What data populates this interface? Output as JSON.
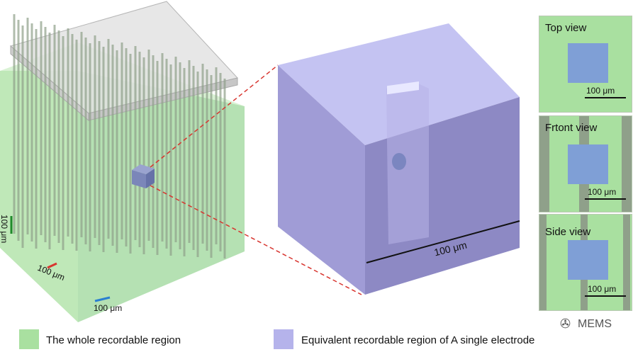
{
  "colors": {
    "green_region": "#a9e0a0",
    "purple_region": "#b5b3eb",
    "electrode": "#8fa08a",
    "blue_square": "#7f9fd6",
    "red_connector": "#d8352f",
    "scale_green": "#1f8a2a",
    "scale_red": "#d8352f",
    "scale_blue": "#2a7fd0"
  },
  "left_view": {
    "scale_vertical": "100 μm",
    "scale_red": "100 μm",
    "scale_blue": "100 μm"
  },
  "center_view": {
    "scale_label": "100 μm"
  },
  "panels": [
    {
      "label": "Top view",
      "scale": "100 μm"
    },
    {
      "label": "Frtont view",
      "scale": "100 μm"
    },
    {
      "label": "Side view",
      "scale": "100 μm"
    }
  ],
  "legend": [
    {
      "label": "The whole recordable region",
      "color": "#a9e0a0"
    },
    {
      "label": "Equivalent recordable region of A single electrode",
      "color": "#b5b3eb"
    }
  ],
  "watermark": "MEMS",
  "watermark_icon": "wechat-icon"
}
